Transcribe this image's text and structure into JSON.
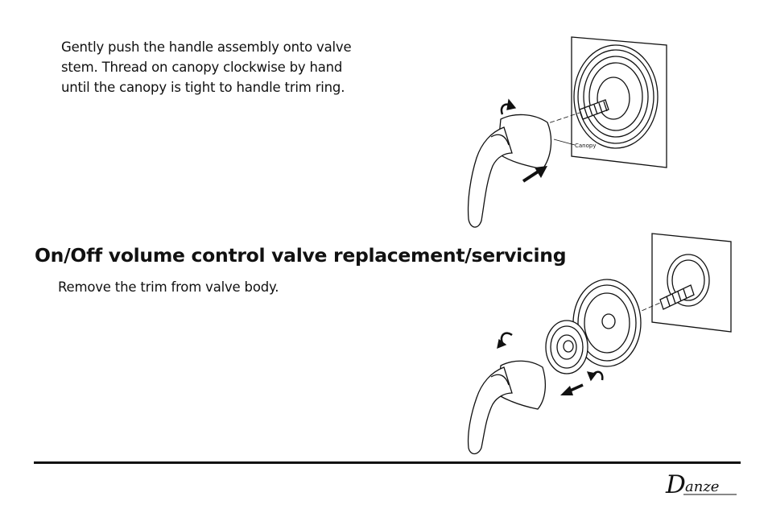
{
  "steps": [
    {
      "text": "Gently push the handle assembly onto valve stem. Thread on canopy clockwise by hand until the canopy is tight to handle trim ring."
    }
  ],
  "section": {
    "heading": "On/Off volume control valve replacement/servicing",
    "instruction": "Remove the trim from valve body."
  },
  "figure1": {
    "callout": "Canopy"
  },
  "brand": {
    "logo_text": "Danze"
  }
}
